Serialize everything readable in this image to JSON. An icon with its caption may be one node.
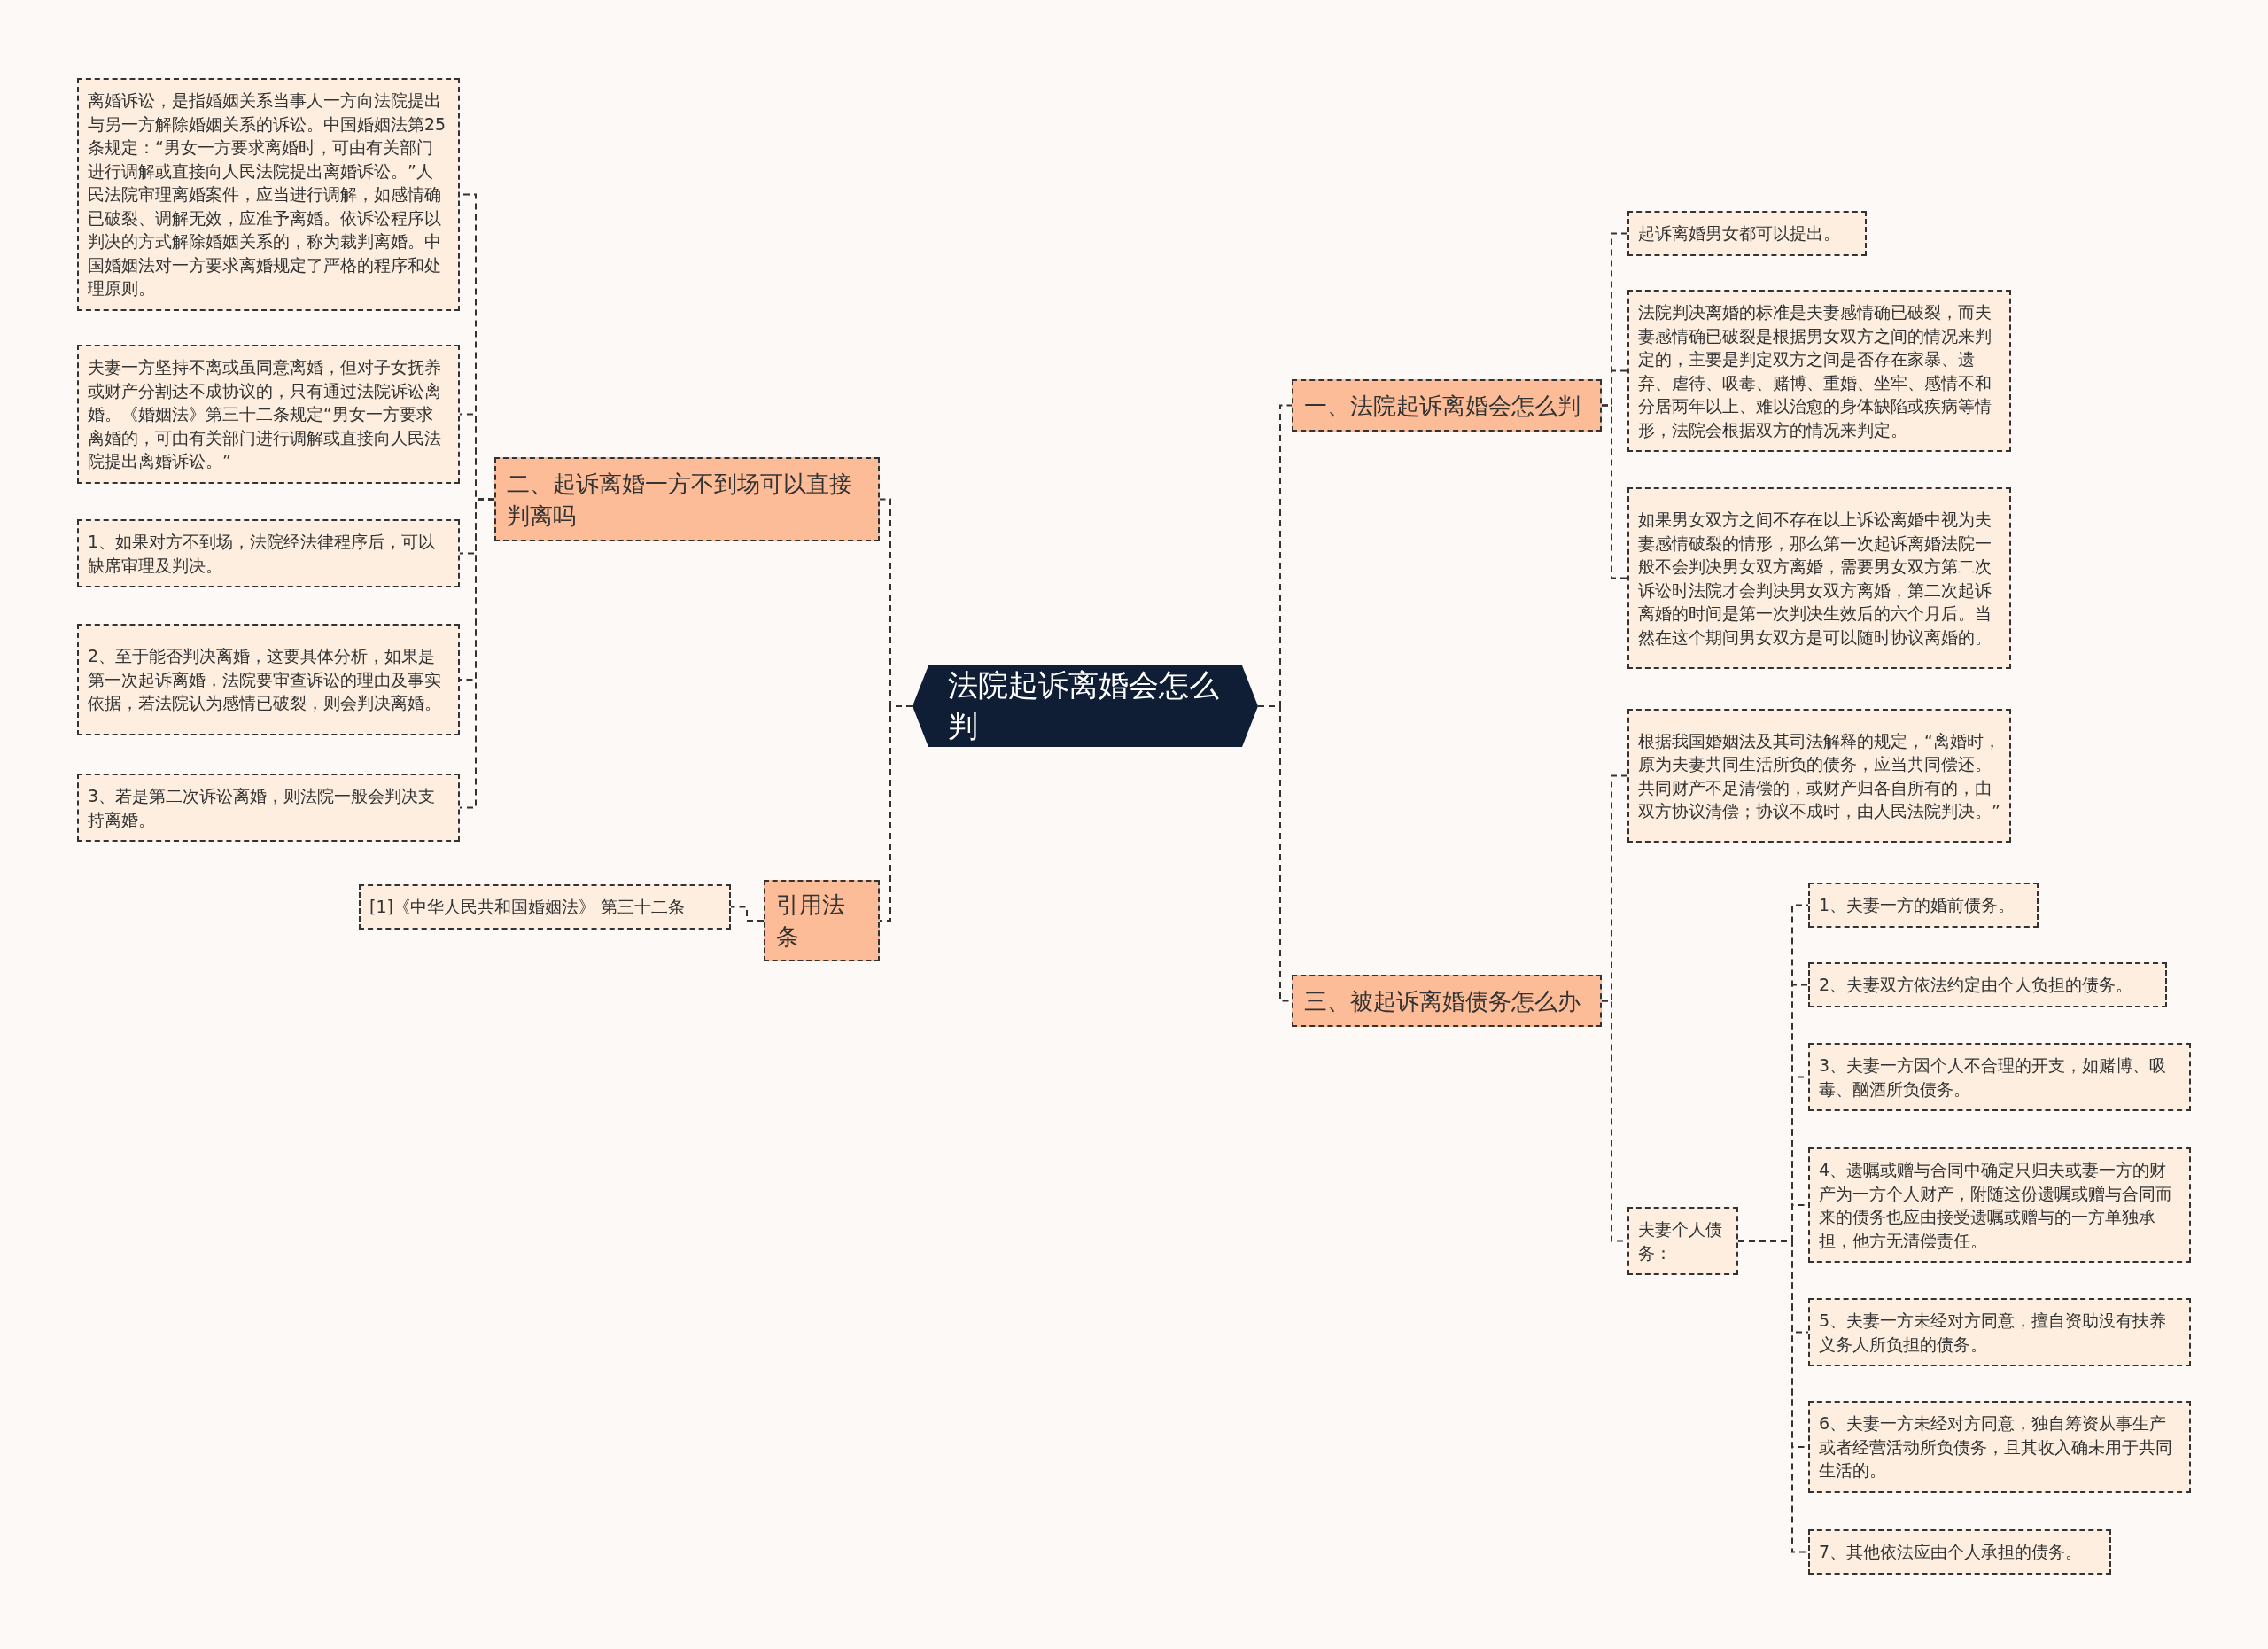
{
  "diagram": {
    "nodes": [
      {
        "text": [
          "法院起诉离婚会怎么判"
        ]
      },
      {
        "text": [
          "一、法院起诉离婚会怎么判"
        ]
      },
      {
        "text": [
          "起诉离婚男女都可以提出。"
        ]
      },
      {
        "text": [
          "法院判决离婚的标准是夫妻感情确已破裂，而夫妻感情确已破裂是根据男女双方之间的情况来判定的，主要是判定双方之间是否存在家暴、遗弃、虐待、吸毒、赌博、重婚、坐牢、感情不和分居两年以上、难以治愈的身体缺陷或疾病等情形，法院会根据双方的情况来判定。"
        ]
      },
      {
        "text": [
          "如果男女双方之间不存在以上诉讼离婚中视为夫妻感情破裂的情形，那么第一次起诉离婚法院一般不会判决男女双方离婚，需要男女双方第二次诉讼时法院才会判决男女双方离婚，第二次起诉离婚的时间是第一次判决生效后的六个月后。当然在这个期间男女双方是可以随时协议离婚的。"
        ]
      },
      {
        "text": [
          "三、被起诉离婚债务怎么办"
        ]
      },
      {
        "text": [
          "根据我国婚姻法及其司法解释的规定，“离婚时，原为夫妻共同生活所负的债务，应当共同偿还。共同财产不足清偿的，或财产归各自所有的，由双方协议清偿；协议不成时，由人民法院判决。”"
        ]
      },
      {
        "text": [
          "夫妻个人债务："
        ]
      },
      {
        "text": [
          "1、夫妻一方的婚前债务。"
        ]
      },
      {
        "text": [
          "2、夫妻双方依法约定由个人负担的债务。"
        ]
      },
      {
        "text": [
          "3、夫妻一方因个人不合理的开支，如赌博、吸毒、酗酒所负债务。"
        ]
      },
      {
        "text": [
          "4、遗嘱或赠与合同中确定只归夫或妻一方的财产为一方个人财产，附随这份遗嘱或赠与合同而来的债务也应由接受遗嘱或赠与的一方单独承担，他方无清偿责任。"
        ]
      },
      {
        "text": [
          "5、夫妻一方未经对方同意，擅自资助没有扶养义务人所负担的债务。"
        ]
      },
      {
        "text": [
          "6、夫妻一方未经对方同意，独自筹资从事生产或者经营活动所负债务，且其收入确未用于共同生活的。"
        ]
      },
      {
        "text": [
          "7、其他依法应由个人承担的债务。"
        ]
      },
      {
        "text": [
          "二、起诉离婚一方不到场可以直接判离吗"
        ]
      },
      {
        "text": [
          "离婚诉讼，是指婚姻关系当事人一方向法院提出与另一方解除婚姻关系的诉讼。中国婚姻法第25条规定：“男女一方要求离婚时，可由有关部门进行调解或直接向人民法院提出离婚诉讼。”人民法院审理离婚案件，应当进行调解，如感情确已破裂、调解无效，应准予离婚。依诉讼程序以判决的方式解除婚姻关系的，称为裁判离婚。中国婚姻法对一方要求离婚规定了严格的程序和处理原则。"
        ]
      },
      {
        "text": [
          "夫妻一方坚持不离或虽同意离婚，但对子女抚养或财产分割达不成协议的，只有通过法院诉讼离婚。《婚姻法》第三十二条规定“男女一方要求离婚的，可由有关部门进行调解或直接向人民法院提出离婚诉讼。”"
        ]
      },
      {
        "text": [
          "1、如果对方不到场，法院经法律程序后，可以缺席审理及判决。"
        ]
      },
      {
        "text": [
          "2、至于能否判决离婚，这要具体分析，如果是第一次起诉离婚，法院要审查诉讼的理由及事实依据，若法院认为感情已破裂，则会判决离婚。"
        ]
      },
      {
        "text": [
          "3、若是第二次诉讼离婚，则法院一般会判决支持离婚。"
        ]
      },
      {
        "text": [
          "引用法条"
        ]
      },
      {
        "text": [
          "[1]《中华人民共和国婚姻法》 第三十二条"
        ]
      }
    ],
    "edges": [
      {
        "from": 0,
        "to": 1,
        "arrow": "none"
      },
      {
        "from": 1,
        "to": 2,
        "arrow": "none"
      },
      {
        "from": 1,
        "to": 3,
        "arrow": "none"
      },
      {
        "from": 1,
        "to": 4,
        "arrow": "none"
      },
      {
        "from": 0,
        "to": 5,
        "arrow": "none"
      },
      {
        "from": 5,
        "to": 6,
        "arrow": "none"
      },
      {
        "from": 5,
        "to": 7,
        "arrow": "none"
      },
      {
        "from": 7,
        "to": 8,
        "arrow": "none"
      },
      {
        "from": 7,
        "to": 9,
        "arrow": "none"
      },
      {
        "from": 7,
        "to": 10,
        "arrow": "none"
      },
      {
        "from": 7,
        "to": 11,
        "arrow": "none"
      },
      {
        "from": 7,
        "to": 12,
        "arrow": "none"
      },
      {
        "from": 7,
        "to": 13,
        "arrow": "none"
      },
      {
        "from": 7,
        "to": 14,
        "arrow": "none"
      },
      {
        "from": 0,
        "to": 15,
        "arrow": "none"
      },
      {
        "from": 15,
        "to": 16,
        "arrow": "none"
      },
      {
        "from": 15,
        "to": 17,
        "arrow": "none"
      },
      {
        "from": 15,
        "to": 18,
        "arrow": "none"
      },
      {
        "from": 15,
        "to": 19,
        "arrow": "none"
      },
      {
        "from": 15,
        "to": 20,
        "arrow": "none"
      },
      {
        "from": 0,
        "to": 21,
        "arrow": "none"
      },
      {
        "from": 21,
        "to": 22,
        "arrow": "none"
      }
    ]
  }
}
